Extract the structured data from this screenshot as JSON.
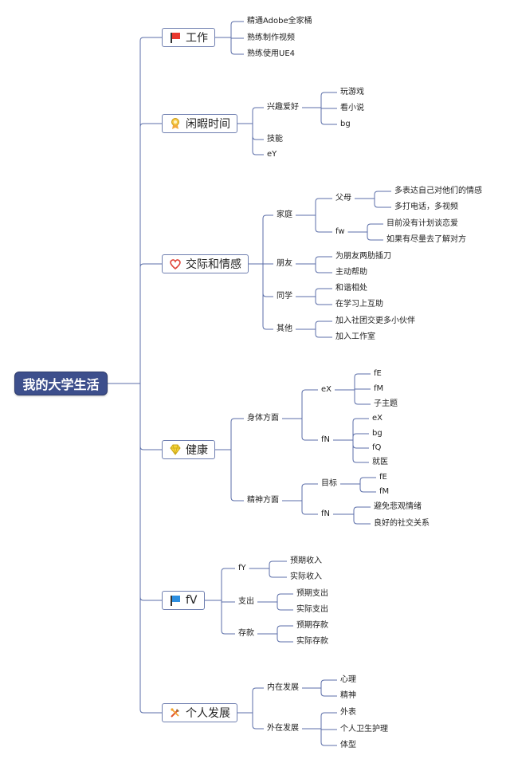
{
  "root": "我的大学生活",
  "branches": [
    {
      "label": "工作",
      "icon": "red-flag-icon",
      "children": [
        {
          "label": "精通Adobe全家桶"
        },
        {
          "label": "熟练制作视频"
        },
        {
          "label": "熟练使用UE4"
        }
      ]
    },
    {
      "label": "闲暇时间",
      "icon": "award-medal-icon",
      "children": [
        {
          "label": "兴趣爱好",
          "children": [
            {
              "label": "玩游戏"
            },
            {
              "label": "看小说"
            },
            {
              "label": "bg"
            }
          ]
        },
        {
          "label": "技能"
        },
        {
          "label": "eY"
        }
      ]
    },
    {
      "label": "交际和情感",
      "icon": "heart-icon",
      "children": [
        {
          "label": "家庭",
          "children": [
            {
              "label": "父母",
              "children": [
                {
                  "label": "多表达自己对他们的情感"
                },
                {
                  "label": "多打电话，多视频"
                }
              ]
            },
            {
              "label": "fw",
              "children": [
                {
                  "label": "目前没有计划谈恋爱"
                },
                {
                  "label": "如果有尽量去了解对方"
                }
              ]
            }
          ]
        },
        {
          "label": "朋友",
          "children": [
            {
              "label": "为朋友两肋插刀"
            },
            {
              "label": "主动帮助"
            }
          ]
        },
        {
          "label": "同学",
          "children": [
            {
              "label": "和谐相处"
            },
            {
              "label": "在学习上互助"
            }
          ]
        },
        {
          "label": "其他",
          "children": [
            {
              "label": "加入社团交更多小伙伴"
            },
            {
              "label": "加入工作室"
            }
          ]
        }
      ]
    },
    {
      "label": "健康",
      "icon": "diamond-icon",
      "children": [
        {
          "label": "身体方面",
          "children": [
            {
              "label": "eX",
              "children": [
                {
                  "label": "fE"
                },
                {
                  "label": "fM"
                },
                {
                  "label": "子主题"
                }
              ]
            },
            {
              "label": "fN",
              "children": [
                {
                  "label": "eX"
                },
                {
                  "label": "bg"
                },
                {
                  "label": "fQ"
                },
                {
                  "label": "就医"
                }
              ]
            }
          ]
        },
        {
          "label": "精神方面",
          "children": [
            {
              "label": "目标",
              "children": [
                {
                  "label": "fE"
                },
                {
                  "label": "fM"
                }
              ]
            },
            {
              "label": "fN",
              "children": [
                {
                  "label": "避免悲观情绪"
                },
                {
                  "label": "良好的社交关系"
                }
              ]
            }
          ]
        }
      ]
    },
    {
      "label": "fV",
      "icon": "blue-flag-icon",
      "children": [
        {
          "label": "fY",
          "children": [
            {
              "label": "预期收入"
            },
            {
              "label": "实际收入"
            }
          ]
        },
        {
          "label": "支出",
          "children": [
            {
              "label": "预期支出"
            },
            {
              "label": "实际支出"
            }
          ]
        },
        {
          "label": "存款",
          "children": [
            {
              "label": "预期存款"
            },
            {
              "label": "实际存款"
            }
          ]
        }
      ]
    },
    {
      "label": "个人发展",
      "icon": "tools-icon",
      "children": [
        {
          "label": "内在发展",
          "children": [
            {
              "label": "心理"
            },
            {
              "label": "精神"
            }
          ]
        },
        {
          "label": "外在发展",
          "children": [
            {
              "label": "外表"
            },
            {
              "label": "个人卫生护理"
            },
            {
              "label": "体型"
            }
          ]
        }
      ]
    }
  ],
  "colors": {
    "root_fill": "#3d4f8c",
    "line": "#5b6ea8",
    "border": "#6f7fb0"
  }
}
